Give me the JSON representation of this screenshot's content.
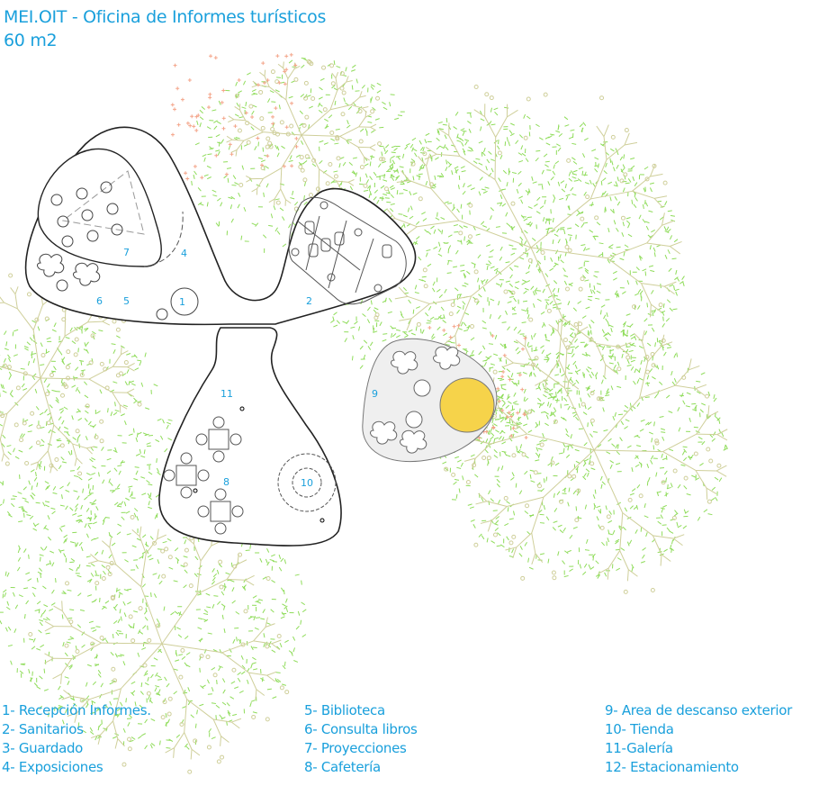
{
  "header": {
    "title": "MEI.OIT - Oficina de Informes turísticos",
    "area": "60 m2"
  },
  "plan_labels": [
    "1",
    "2",
    "4",
    "5",
    "6",
    "7",
    "8",
    "9",
    "10",
    "11"
  ],
  "legend": {
    "col1": [
      "1- Recepción Informes.",
      "2- Sanitarios",
      "3- Guardado",
      "4- Exposiciones"
    ],
    "col2": [
      "5- Biblioteca",
      "6- Consulta libros",
      "7- Proyecciones",
      "8- Cafetería"
    ],
    "col3": [
      "9- Area de descanso exterior",
      "10- Tienda",
      "11-Galería",
      "12- Estacionamiento"
    ]
  },
  "colors": {
    "accent": "#1aa0dc",
    "grass": "#8fdc5a",
    "tree": "#cfcf9a",
    "flower": "#f4a58a",
    "sand": "#f2c21a"
  }
}
